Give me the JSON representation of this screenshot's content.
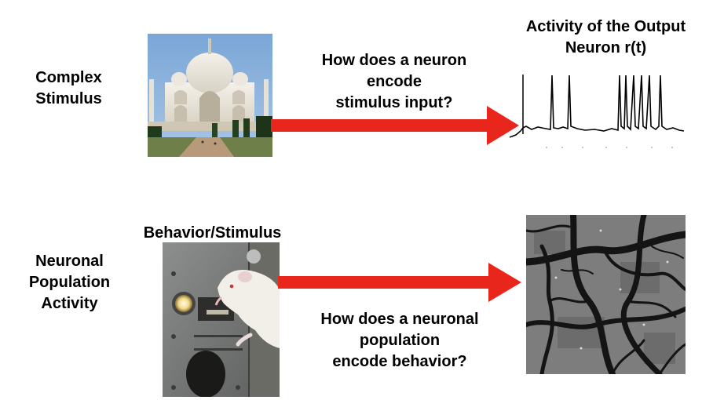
{
  "top_row": {
    "left_label": [
      "Complex",
      "Stimulus"
    ],
    "question": [
      "How does a neuron",
      "encode",
      "stimulus input?"
    ],
    "output_title": [
      "Activity of the Output",
      "Neuron r(t)"
    ],
    "image_subject": "taj-mahal-photo",
    "trace_subject": "spike-train-trace"
  },
  "bottom_row": {
    "left_label": [
      "Neuronal",
      "Population",
      "Activity"
    ],
    "image_caption": "Behavior/Stimulus",
    "question": [
      "How does a neuronal",
      "population",
      "encode behavior?"
    ],
    "image_subject": "rat-at-lever-photo",
    "output_subject": "vasculature-imaging-photo"
  },
  "colors": {
    "arrow": "#e8261b",
    "text": "#000000"
  }
}
